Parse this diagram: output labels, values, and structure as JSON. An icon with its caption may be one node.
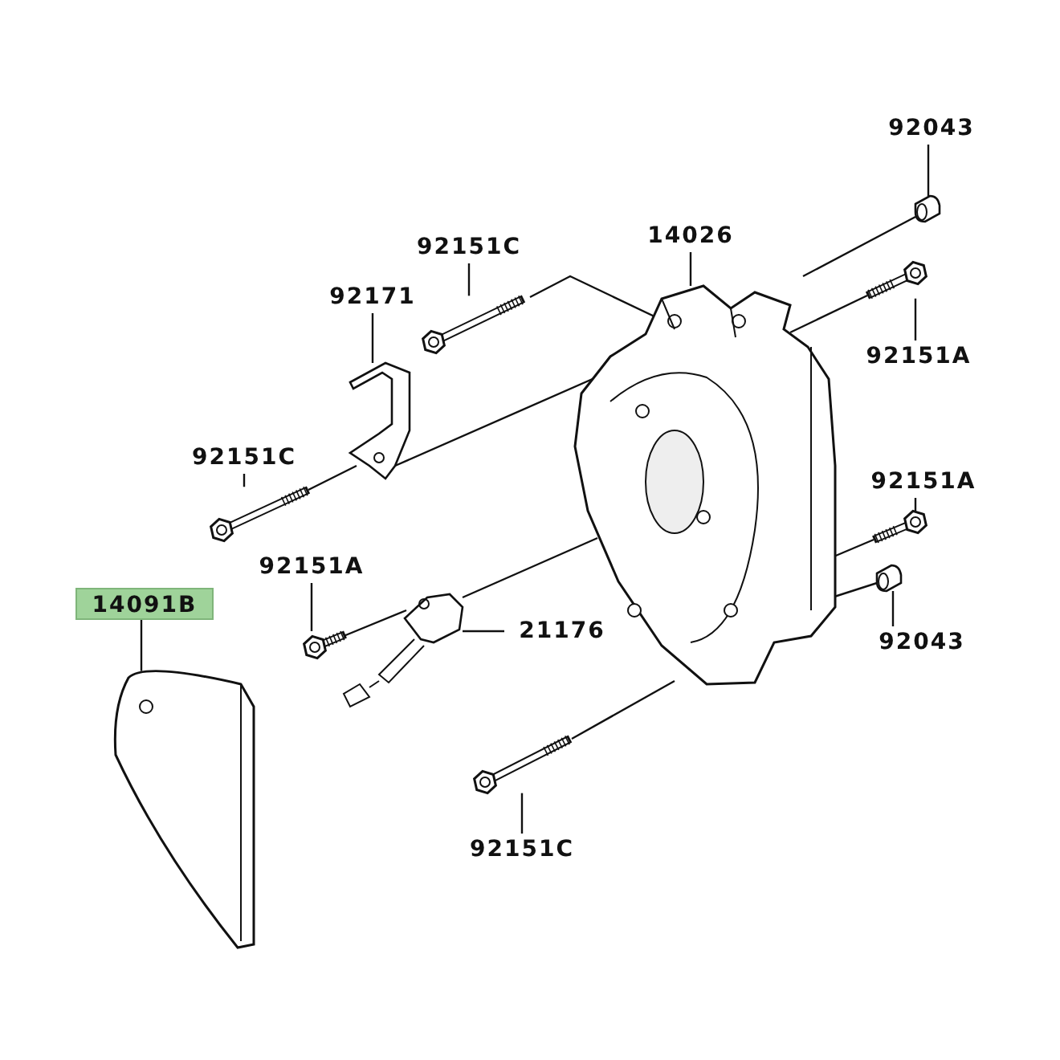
{
  "diagram": {
    "nodes": [
      {
        "text": [
          "92043"
        ]
      },
      {
        "text": [
          "14026"
        ]
      },
      {
        "text": [
          "92151C"
        ]
      },
      {
        "text": [
          "92171"
        ]
      },
      {
        "text": [
          "92151A"
        ]
      },
      {
        "text": [
          "92151C"
        ]
      },
      {
        "text": [
          "92151A"
        ]
      },
      {
        "text": [
          "14091B"
        ]
      },
      {
        "text": [
          "92151A"
        ]
      },
      {
        "text": [
          "21176"
        ]
      },
      {
        "text": [
          "92043"
        ]
      },
      {
        "text": [
          "92151C"
        ]
      },
      {
        "text": [],
        "shape": "picture"
      },
      {
        "text": [],
        "shape": "picture"
      },
      {
        "text": [],
        "shape": "picture"
      },
      {
        "text": [],
        "shape": "picture"
      },
      {
        "text": [],
        "shape": "picture"
      },
      {
        "text": [],
        "shape": "picture"
      },
      {
        "text": [],
        "shape": "picture"
      },
      {
        "text": [],
        "shape": "picture"
      },
      {
        "text": [],
        "shape": "picture"
      },
      {
        "text": [],
        "shape": "picture"
      },
      {
        "text": [],
        "shape": "picture"
      },
      {
        "text": [],
        "shape": "picture"
      }
    ],
    "edges": [
      {
        "from": 0,
        "to": 12,
        "arrow": "none"
      },
      {
        "from": 1,
        "to": 13,
        "arrow": "none"
      },
      {
        "from": 2,
        "to": 14,
        "arrow": "none"
      },
      {
        "from": 3,
        "to": 15,
        "arrow": "none"
      },
      {
        "from": 4,
        "to": 16,
        "arrow": "none"
      },
      {
        "from": 5,
        "to": 17,
        "arrow": "none"
      },
      {
        "from": 6,
        "to": 18,
        "arrow": "none"
      },
      {
        "from": 7,
        "to": 19,
        "arrow": "none"
      },
      {
        "from": 8,
        "to": 20,
        "arrow": "none"
      },
      {
        "from": 9,
        "to": 21,
        "arrow": "none"
      },
      {
        "from": 10,
        "to": 22,
        "arrow": "none"
      },
      {
        "from": 11,
        "to": 23,
        "arrow": "none"
      },
      {
        "from": 14,
        "to": 13,
        "arrow": "none"
      },
      {
        "from": 17,
        "to": 15,
        "arrow": "none"
      },
      {
        "from": 15,
        "to": 13,
        "arrow": "none"
      },
      {
        "from": 12,
        "to": 13,
        "arrow": "none"
      },
      {
        "from": 16,
        "to": 13,
        "arrow": "none"
      },
      {
        "from": 18,
        "to": 13,
        "arrow": "none"
      },
      {
        "from": 22,
        "to": 13,
        "arrow": "none"
      },
      {
        "from": 20,
        "to": 21,
        "arrow": "none"
      },
      {
        "from": 21,
        "to": 13,
        "arrow": "none"
      },
      {
        "from": 23,
        "to": 13,
        "arrow": "none"
      }
    ]
  }
}
